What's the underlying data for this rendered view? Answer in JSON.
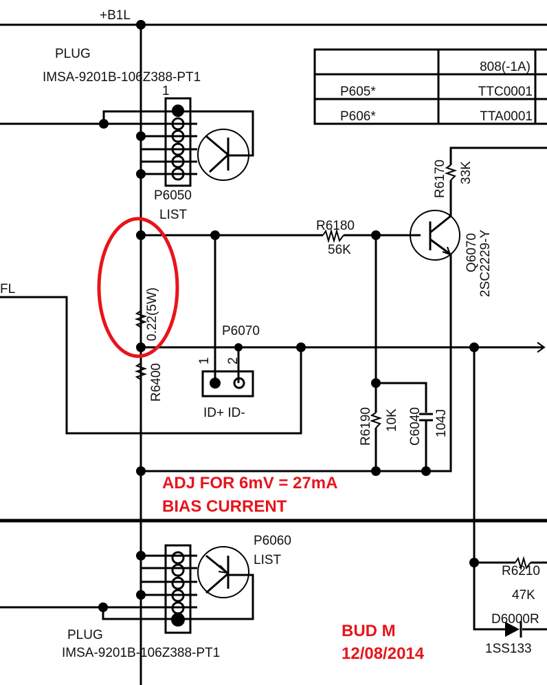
{
  "nets": {
    "b1l": "+B1L",
    "fl": "FL"
  },
  "plug_top": {
    "label": "PLUG",
    "part": "IMSA-9201B-106Z388-PT1",
    "pin1": "1",
    "ref": "P6050",
    "list": "LIST"
  },
  "plug_bottom": {
    "label": "PLUG",
    "part": "IMSA-9201B-106Z388-PT1",
    "ref": "P6060",
    "list": "LIST"
  },
  "table": {
    "header": [
      "",
      "808(-1A)"
    ],
    "rows": [
      [
        "P605*",
        "TTC0001"
      ],
      [
        "P606*",
        "TTA0001"
      ]
    ]
  },
  "components": {
    "r6170": {
      "ref": "R6170",
      "value": "33K"
    },
    "r6180": {
      "ref": "R6180",
      "value": "56K"
    },
    "q6070": {
      "ref": "Q6070",
      "value": "2SC2229-Y"
    },
    "r_sense": {
      "value": "0.22(5W)"
    },
    "r6400": {
      "ref": "R6400"
    },
    "p6070": {
      "ref": "P6070",
      "pin1": "1",
      "pin2": "2",
      "labels": "ID+ ID-"
    },
    "r6190": {
      "ref": "R6190",
      "value": "10K"
    },
    "c6040": {
      "ref": "C6040",
      "value": "104J"
    },
    "r6210": {
      "ref": "R6210",
      "value": "47K"
    },
    "d6000": {
      "ref": "D6000",
      "suffix": "R",
      "value": "1SS133"
    }
  },
  "annotations": {
    "adj_line1": "ADJ FOR 6mV = 27mA",
    "adj_line2": "BIAS CURRENT",
    "author": "BUD M",
    "date": "12/08/2014",
    "highlight_color": "#e8141b"
  }
}
